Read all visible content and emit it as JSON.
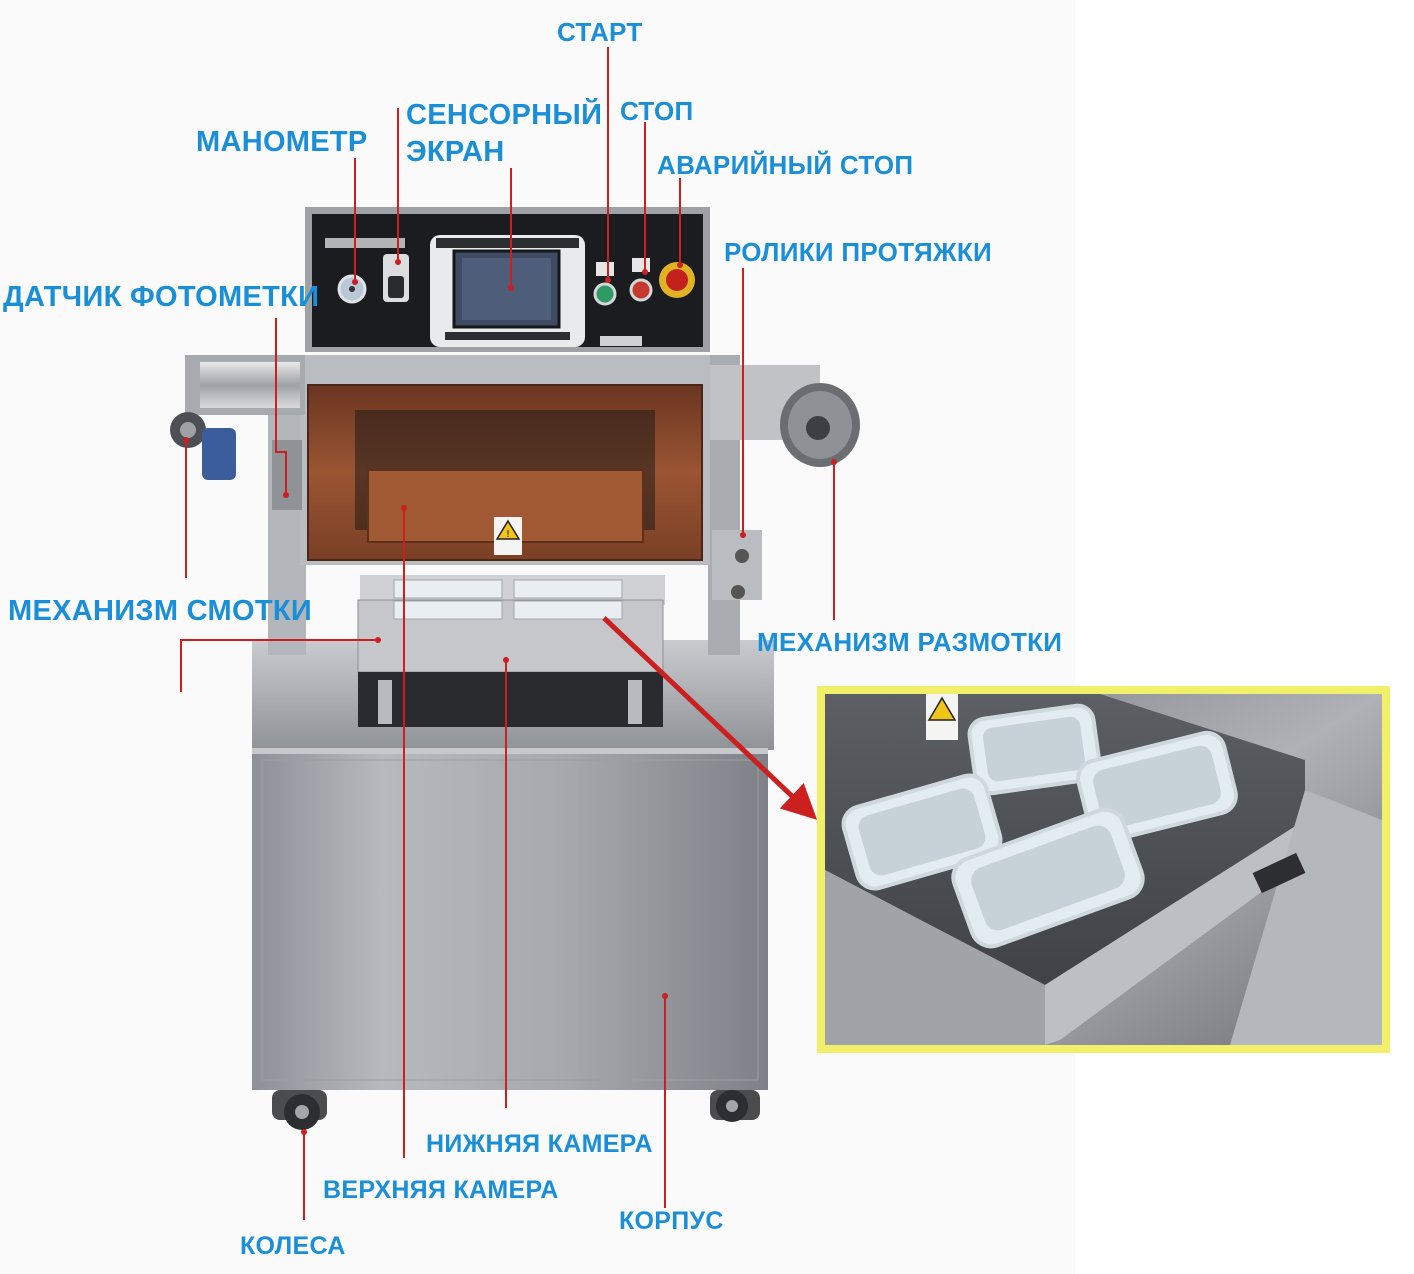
{
  "labels": {
    "start": "СТАРТ",
    "stop": "СТОП",
    "emergency_stop": "АВАРИЙНЫЙ СТОП",
    "manometer": "МАНОМЕТР",
    "touchscreen_line1": "СЕНСОРНЫЙ",
    "touchscreen_line2": "ЭКРАН",
    "pull_rollers": "РОЛИКИ ПРОТЯЖКИ",
    "photo_sensor": "ДАТЧИК ФОТОМЕТКИ",
    "winding_mechanism": "МЕХАНИЗМ СМОТКИ",
    "unwinding_mechanism": "МЕХАНИЗМ РАЗМОТКИ",
    "lower_chamber": "НИЖНЯЯ КАМЕРА",
    "upper_chamber": "ВЕРХНЯЯ КАМЕРА",
    "body": "КОРПУС",
    "wheels": "КОЛЕСА"
  },
  "colors": {
    "label_blue": "#1a8fd8",
    "leader_red": "#cc1f1f",
    "inset_frame": "#f2ef6a",
    "steel": "#a9acb1",
    "copper_window": "#8a4a2c"
  },
  "icons": {
    "warning_sign": "warning-triangle-icon"
  }
}
